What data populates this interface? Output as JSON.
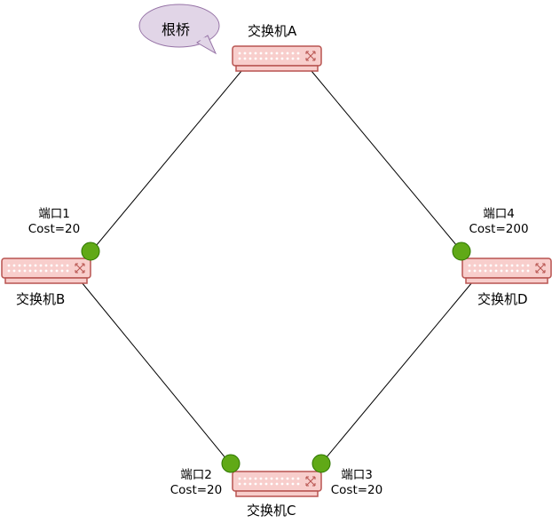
{
  "diagram": {
    "callout": {
      "text": "根桥"
    },
    "switches": [
      {
        "id": "A",
        "label": "交换机A"
      },
      {
        "id": "B",
        "label": "交换机B"
      },
      {
        "id": "C",
        "label": "交换机C"
      },
      {
        "id": "D",
        "label": "交换机D"
      }
    ],
    "ports": [
      {
        "id": "p1",
        "name": "端口1",
        "cost": "Cost=20"
      },
      {
        "id": "p4",
        "name": "端口4",
        "cost": "Cost=200"
      },
      {
        "id": "p2",
        "name": "端口2",
        "cost": "Cost=20"
      },
      {
        "id": "p3",
        "name": "端口3",
        "cost": "Cost=20"
      }
    ],
    "colors": {
      "switch_fill": "#f8cecc",
      "switch_stroke": "#b85450",
      "port_fill": "#60a917",
      "port_stroke": "#2d7600",
      "callout_fill": "#e1d5e7",
      "callout_stroke": "#9673a6",
      "link": "#000000"
    }
  }
}
